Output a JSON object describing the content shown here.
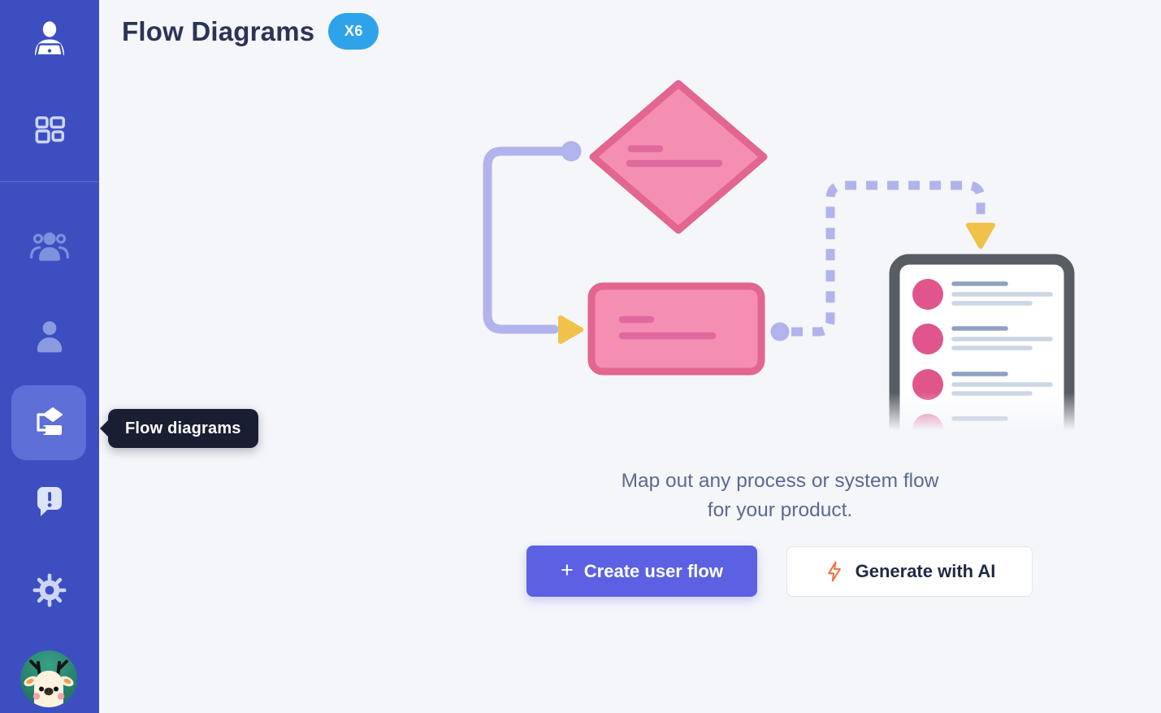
{
  "header": {
    "title": "Flow Diagrams",
    "badge": "X6"
  },
  "tooltip": {
    "label": "Flow diagrams"
  },
  "sidebar": {
    "icons": [
      {
        "name": "user-at-laptop-icon"
      },
      {
        "name": "dashboard-icon"
      },
      {
        "name": "team-icon"
      },
      {
        "name": "person-icon"
      },
      {
        "name": "flow-diagrams-icon",
        "active": true
      },
      {
        "name": "feedback-icon"
      },
      {
        "name": "settings-gear-icon"
      },
      {
        "name": "deer-avatar"
      }
    ]
  },
  "empty_state": {
    "description": [
      "Map out any process or system flow",
      "for your product."
    ],
    "primary_button": {
      "icon": "plus-icon",
      "icon_glyph": "+",
      "label": "Create user flow"
    },
    "secondary_button": {
      "icon": "lightning-icon",
      "label": "Generate with AI"
    }
  },
  "illustration": {
    "elements": [
      "decision-diamond-node",
      "process-rect-node",
      "solid-connector",
      "dashed-connector",
      "document-checklist"
    ]
  },
  "colors": {
    "sidebar_bg": "#3d4ec1",
    "sidebar_active_bg": "#5e6fd8",
    "main_bg": "#f4f6fa",
    "accent_primary": "#5b61e2",
    "badge_blue": "#2fa3ea",
    "node_pink_fill": "#f48fb3",
    "node_pink_stroke": "#e2668f",
    "connector_lavender": "#b1b3ed",
    "arrow_yellow": "#f0c249",
    "tooltip_bg": "#181f33",
    "bolt_orange": "#ee7143",
    "title_navy": "#2b3357",
    "caption_gray": "#5b6a8e"
  }
}
